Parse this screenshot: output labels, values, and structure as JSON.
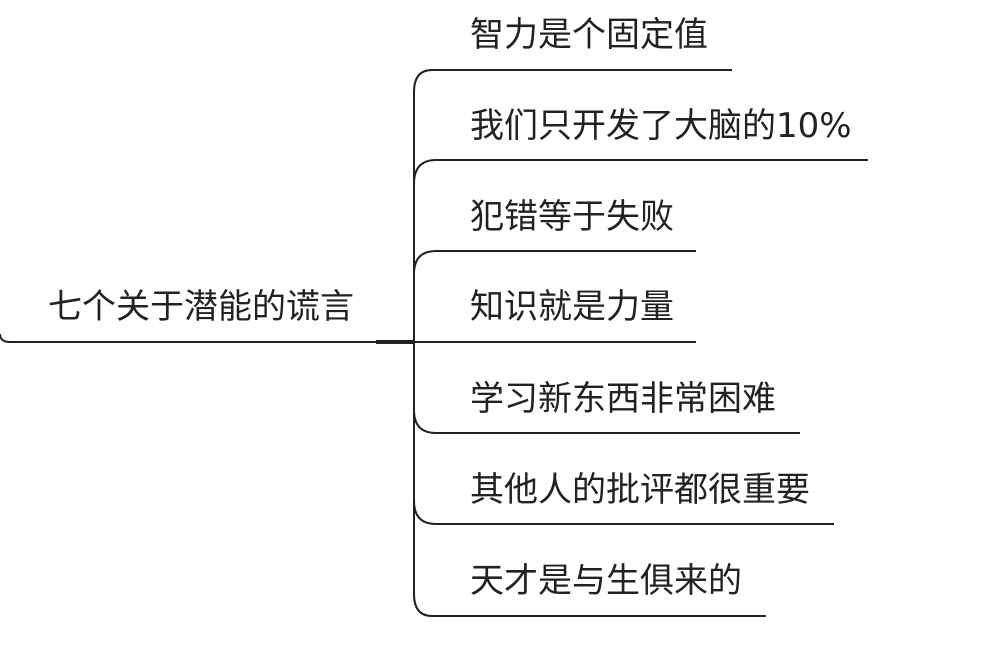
{
  "mindmap": {
    "root": {
      "label": "七个关于潜能的谎言"
    },
    "branches": [
      {
        "label": "智力是个固定值"
      },
      {
        "label": "我们只开发了大脑的10%"
      },
      {
        "label": "犯错等于失败"
      },
      {
        "label": "知识就是力量"
      },
      {
        "label": "学习新东西非常困难"
      },
      {
        "label": "其他人的批评都很重要"
      },
      {
        "label": "天才是与生俱来的"
      }
    ]
  }
}
